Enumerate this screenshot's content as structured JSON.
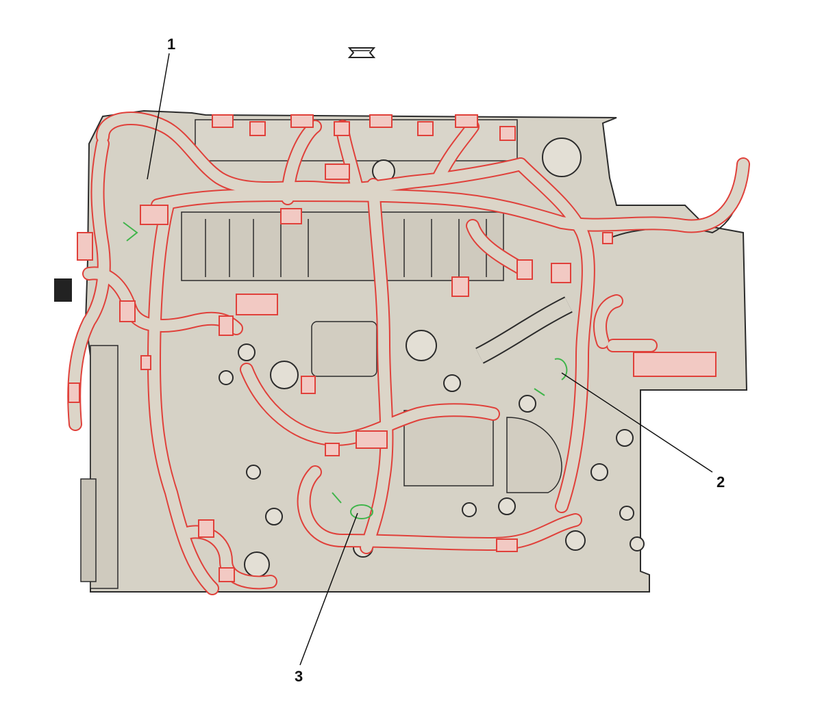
{
  "callouts": [
    {
      "id": "1",
      "label": "1"
    },
    {
      "id": "2",
      "label": "2"
    },
    {
      "id": "3",
      "label": "3"
    }
  ],
  "colors": {
    "engine_fill": "#d6d2c6",
    "outline": "#2b2b2b",
    "harness": "#e0403a",
    "harness_fill": "#dcd5c8",
    "retainer": "#3fb54a",
    "background": "#ffffff"
  },
  "icons": [
    "direction-arrow-icon"
  ]
}
